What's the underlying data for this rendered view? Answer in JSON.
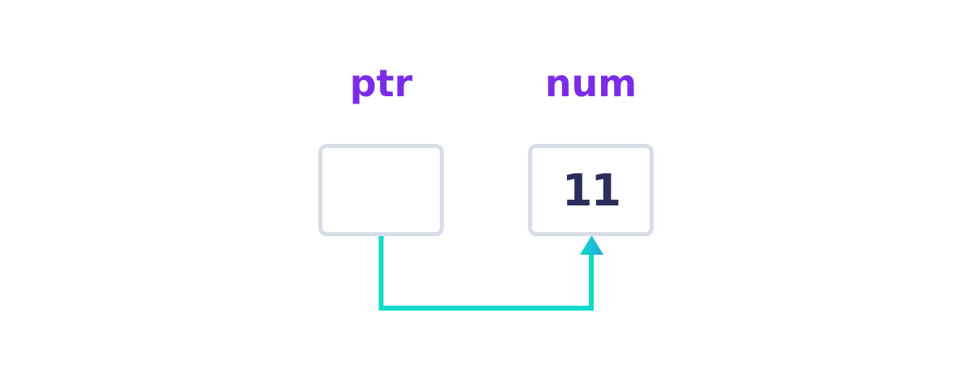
{
  "diagram": {
    "labels": {
      "pointer": "ptr",
      "variable": "num"
    },
    "boxes": {
      "pointer_value": "",
      "variable_value": "11"
    },
    "colors": {
      "label_text": "#7b2ce8",
      "box_border": "#d8dde8",
      "value_text": "#2b2d5b",
      "arrow_teal": "#0edcc9",
      "arrow_blue": "#2aa4dd",
      "background": "#ffffff"
    }
  }
}
